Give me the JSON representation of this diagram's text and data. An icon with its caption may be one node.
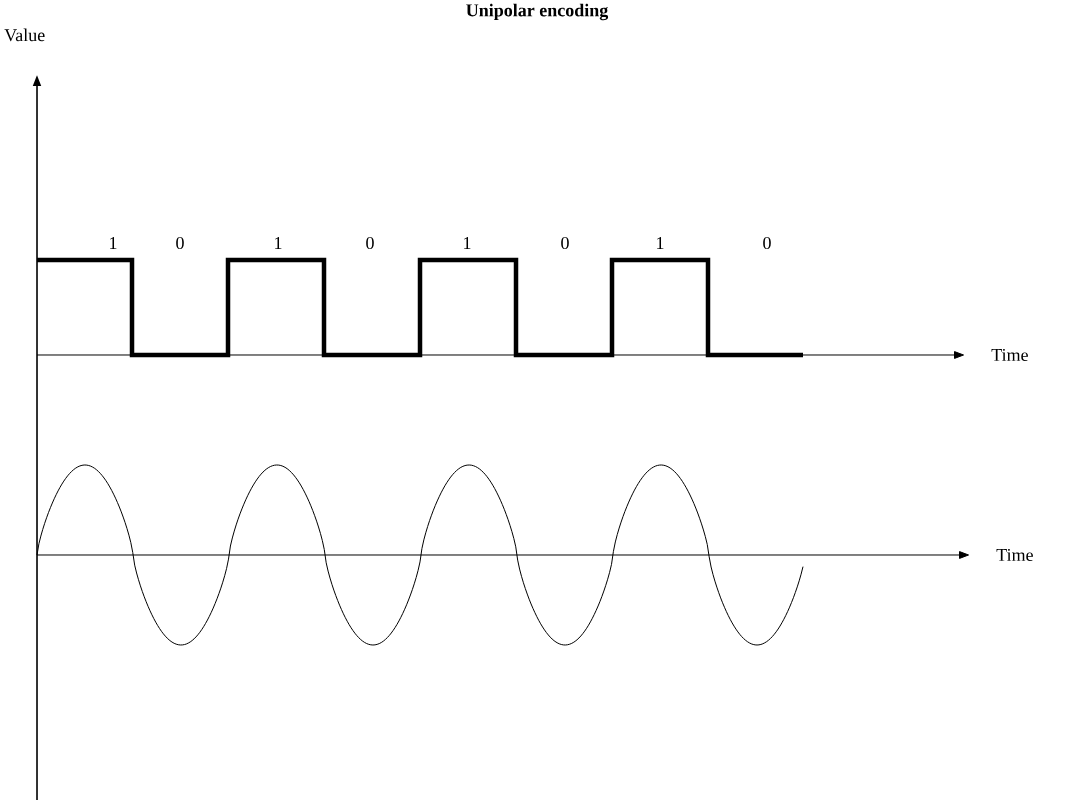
{
  "diagram": {
    "title": "Unipolar encoding",
    "labels": [
      "Value",
      "1",
      "0",
      "1",
      "0",
      "1",
      "0",
      "1",
      "0",
      "Time",
      "Time"
    ]
  }
}
